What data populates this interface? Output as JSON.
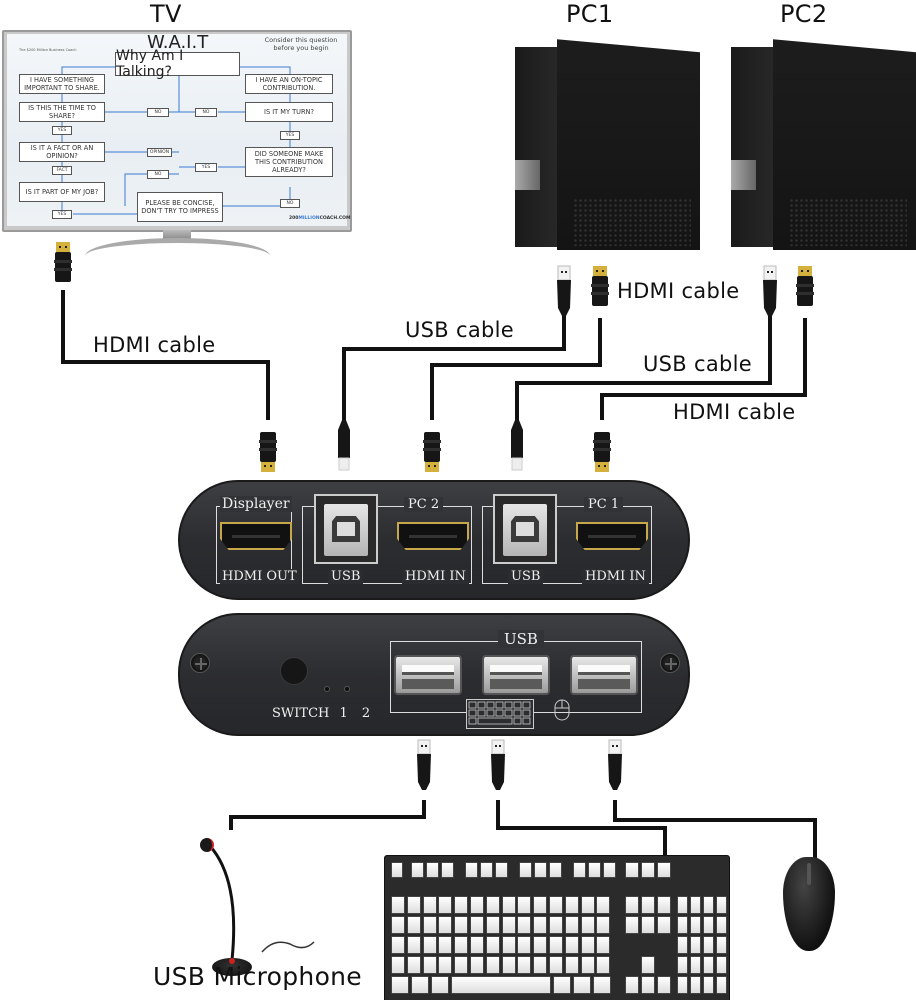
{
  "devices": {
    "tv": {
      "label": "TV"
    },
    "pc1": {
      "label": "PC1"
    },
    "pc2": {
      "label": "PC2"
    },
    "microphone": {
      "label": "USB Microphone"
    }
  },
  "tv_screen": {
    "title": "W.A.I.T",
    "question": "Why Am I Talking?",
    "consider": "Consider this question before you begin",
    "tiny_header": "The $200 Million Business Coach",
    "url_prefix": "200",
    "url_mid": "MILLION",
    "url_suffix": "COACH.COM",
    "boxes": {
      "important": "I HAVE SOMETHING IMPORTANT TO SHARE.",
      "time": "IS THIS THE TIME TO SHARE?",
      "fact": "IS IT A FACT OR AN OPINION?",
      "job": "IS IT PART OF MY JOB?",
      "concise": "PLEASE BE CONCISE, DON'T TRY TO IMPRESS",
      "ontopic": "I HAVE AN ON-TOPIC CONTRIBUTION.",
      "turn": "IS IT MY TURN?",
      "someone": "DID SOMEONE MAKE THIS CONTRIBUTION ALREADY?"
    },
    "tags": {
      "no1": "NO",
      "no2": "NO",
      "yes1": "YES",
      "opinion": "OPINION",
      "fact": "FACT",
      "no3": "NO",
      "yes2": "YES",
      "yes3": "YES",
      "no4": "NO",
      "yes4": "YES"
    }
  },
  "cable_labels": {
    "tv_hdmi": "HDMI cable",
    "pc1_usb": "USB cable",
    "pc1_hdmi": "HDMI cable",
    "pc2_usb": "USB cable",
    "pc2_hdmi": "HDMI cable"
  },
  "kvm_back": {
    "displayer": "Displayer",
    "hdmi_out": "HDMI  OUT",
    "pc2": "PC 2",
    "pc1": "PC 1",
    "usb": "USB",
    "hdmi_in": "HDMI   IN"
  },
  "kvm_front": {
    "usb": "USB",
    "switch": "SWITCH",
    "led1": "1",
    "led2": "2"
  },
  "colors": {
    "cable": "#111111",
    "hdmi_gold": "#d4b13c",
    "kvm_body": "#2e2f33",
    "flow_line": "#3a7bd5"
  }
}
